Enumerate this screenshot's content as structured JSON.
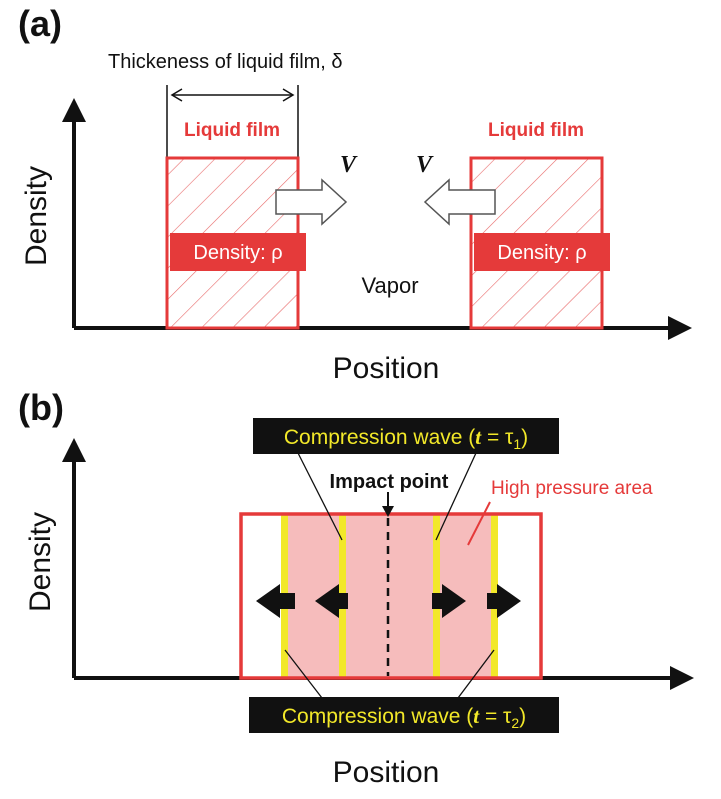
{
  "panel_a": {
    "label": "(a)",
    "thickness_label": "Thickeness of liquid film, δ",
    "liquid_film_left": "Liquid film",
    "liquid_film_right": "Liquid film",
    "density_left": "Density: ρ",
    "density_right": "Density: ρ",
    "velocity_left": "V",
    "velocity_right": "V",
    "vapor": "Vapor",
    "y_axis": "Density",
    "x_axis": "Position"
  },
  "panel_b": {
    "label": "(b)",
    "wave_t1_prefix": "Compression wave (",
    "wave_t1_var": "t",
    "wave_t1_eq": " = τ",
    "wave_t1_sub": "1",
    "wave_t1_suffix": ")",
    "wave_t2_prefix": "Compression wave (",
    "wave_t2_var": "t",
    "wave_t2_eq": " = τ",
    "wave_t2_sub": "2",
    "wave_t2_suffix": ")",
    "impact_point": "Impact point",
    "high_pressure": "High pressure area",
    "y_axis": "Density",
    "x_axis": "Position"
  },
  "colors": {
    "film_red": "#e53a3a",
    "pressure_pink": "#f6bcbc",
    "wave_yellow": "#f2e829",
    "dark": "#111111"
  }
}
